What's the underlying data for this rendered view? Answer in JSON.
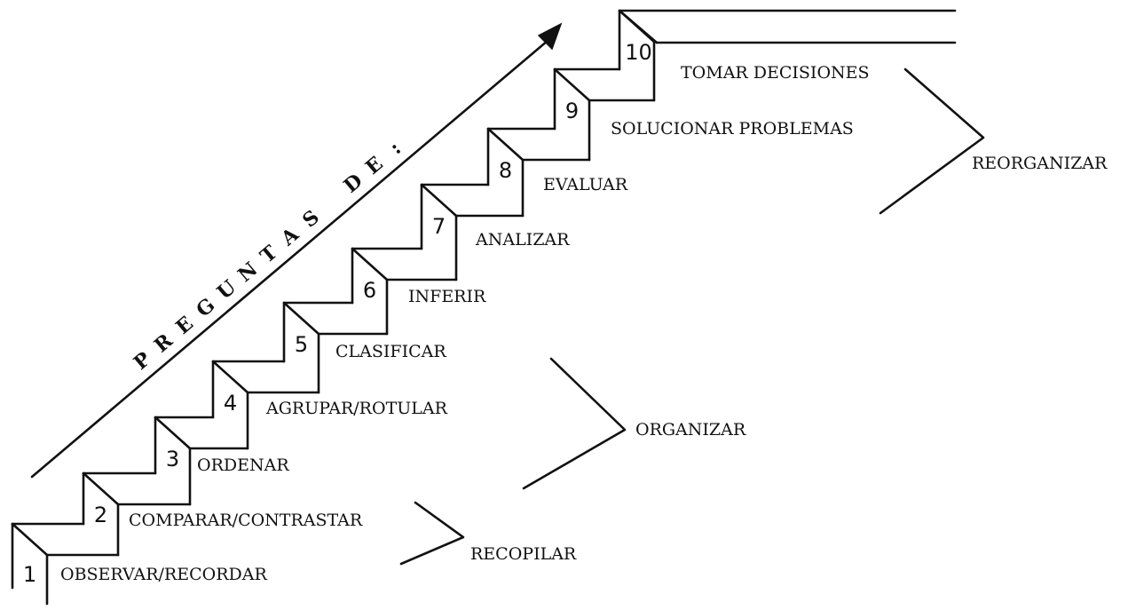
{
  "arrow": {
    "letters": [
      "P",
      "R",
      "E",
      "G",
      "U",
      "N",
      "T",
      "A",
      "S",
      " ",
      "D",
      "E",
      ":"
    ]
  },
  "steps": [
    {
      "number": "1",
      "label": "OBSERVAR/RECORDAR"
    },
    {
      "number": "2",
      "label": "COMPARAR/CONTRASTAR"
    },
    {
      "number": "3",
      "label": "ORDENAR"
    },
    {
      "number": "4",
      "label": "AGRUPAR/ROTULAR"
    },
    {
      "number": "5",
      "label": "CLASIFICAR"
    },
    {
      "number": "6",
      "label": "INFERIR"
    },
    {
      "number": "7",
      "label": "ANALIZAR"
    },
    {
      "number": "8",
      "label": "EVALUAR"
    },
    {
      "number": "9",
      "label": "SOLUCIONAR PROBLEMAS"
    },
    {
      "number": "10",
      "label": "TOMAR DECISIONES"
    }
  ],
  "groups": [
    {
      "label": "RECOPILAR"
    },
    {
      "label": "ORGANIZAR"
    },
    {
      "label": "REORGANIZAR"
    }
  ]
}
